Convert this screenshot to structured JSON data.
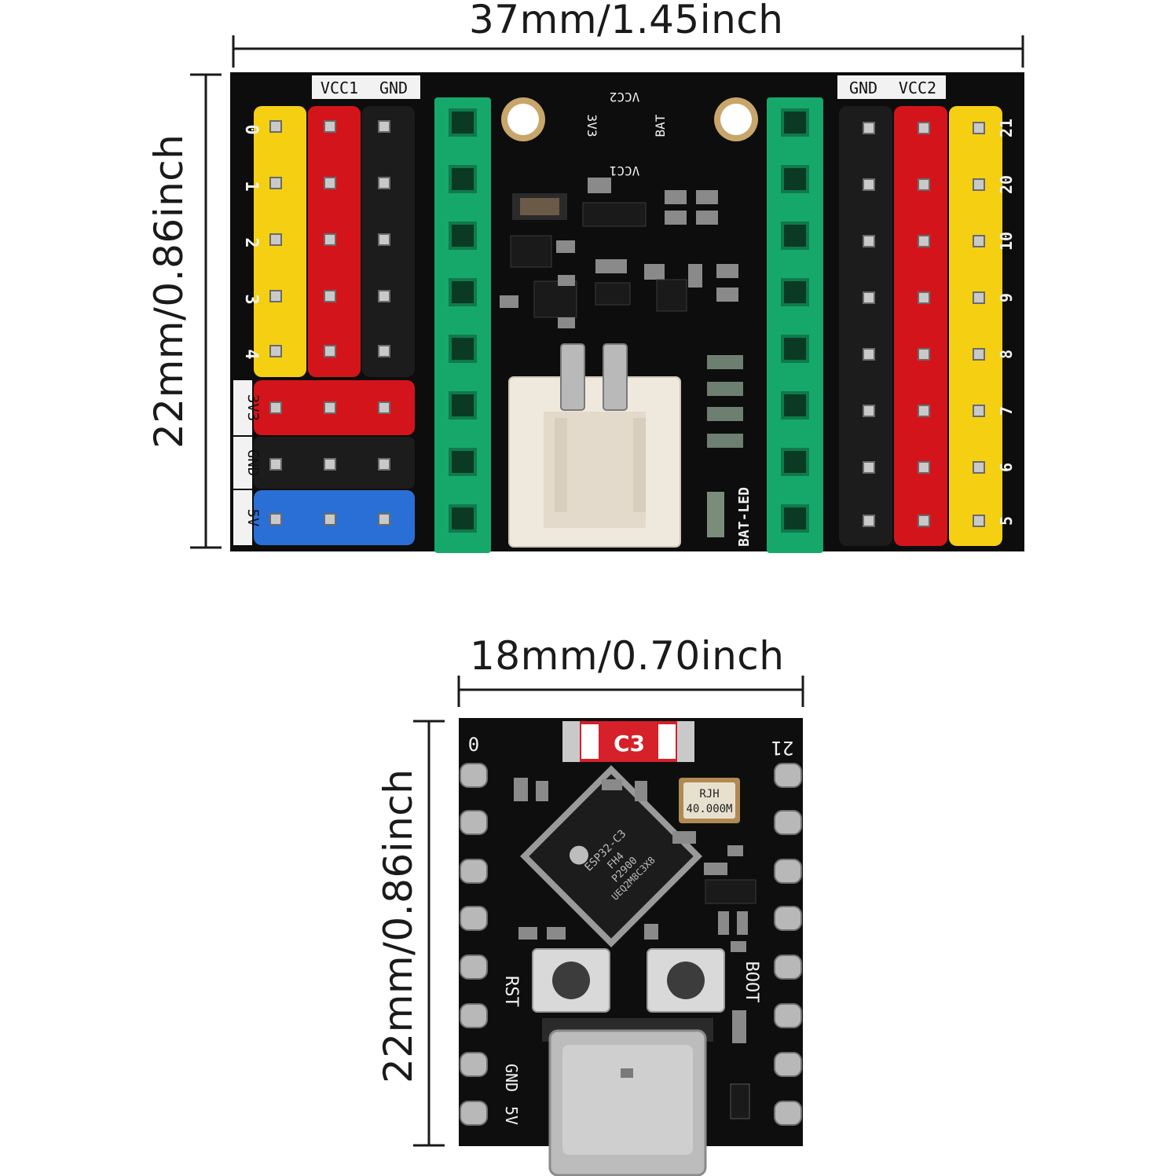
{
  "dimensions": {
    "top_width": "37mm/1.45inch",
    "top_height": "22mm/0.86inch",
    "bottom_width": "18mm/0.70inch",
    "bottom_height": "22mm/0.86inch"
  },
  "expansion_board": {
    "labels": {
      "vcc1": "VCC1",
      "gnd_left": "GND",
      "gnd_right": "GND",
      "vcc2": "VCC2",
      "v3_row": "3V3",
      "gnd_row": "GND",
      "v5_row": "5V",
      "bat_led": "BAT-LED",
      "center_top": "VCC2",
      "center_3v3": "3V3",
      "center_bat": "BAT",
      "center_bottom": "VCC1"
    },
    "left_pins": [
      "0",
      "1",
      "2",
      "3",
      "4"
    ],
    "right_pins": [
      "21",
      "20",
      "10",
      "9",
      "8",
      "7",
      "6",
      "5"
    ]
  },
  "mcu_board": {
    "badge": "C3",
    "pin_top_left": "0",
    "pin_top_right": "21",
    "rst": "RST",
    "boot": "BOOT",
    "gnd": "GND",
    "v5": "5V",
    "crystal": [
      "RJH",
      "40.000M"
    ],
    "chip": [
      "ESP32-C3",
      "FH4",
      "P2900",
      "UEQ2M8C3X8"
    ]
  },
  "colors": {
    "pcb": "#0d0d0d",
    "header_yellow": "#f5cf12",
    "header_red": "#d4141b",
    "header_blue": "#2a6fd6",
    "header_green": "#16a86a",
    "header_black": "#1c1c1c",
    "connector": "#efe8dc"
  }
}
